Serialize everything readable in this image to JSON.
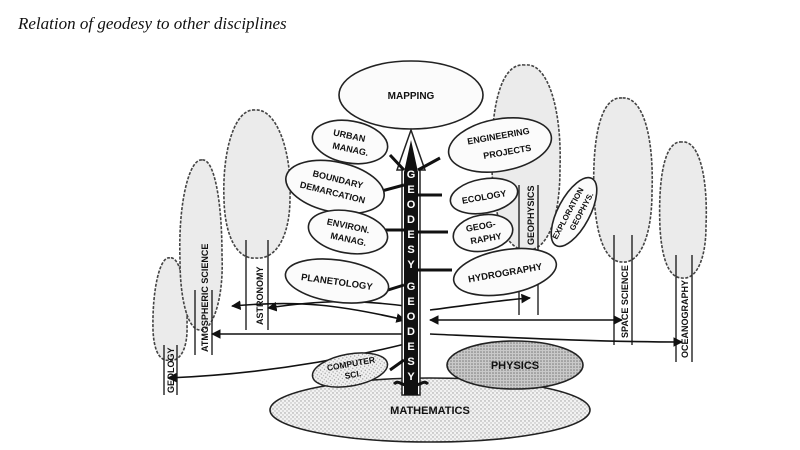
{
  "caption": "Relation of geodesy to other disciplines",
  "center": {
    "trunk_label": "GEODESY",
    "top_letters": [
      "G",
      "E",
      "O",
      "D",
      "E",
      "S",
      "Y"
    ],
    "bottom_letters": [
      "G",
      "E",
      "O",
      "D",
      "E",
      "S",
      "Y"
    ]
  },
  "top_oval": "MAPPING",
  "bottom_oval": "MATHEMATICS",
  "physics": "PHYSICS",
  "computer_sci": [
    "COMPUTER",
    "SCI."
  ],
  "left_branches": {
    "urban": [
      "URBAN",
      "MANAG."
    ],
    "boundary": [
      "BOUNDARY",
      "DEMARCATION"
    ],
    "environ": [
      "ENVIRON.",
      "MANAG."
    ],
    "planetology": "PLANETOLOGY"
  },
  "right_branches": {
    "engineering": [
      "ENGINEERING",
      "PROJECTS"
    ],
    "ecology": "ECOLOGY",
    "geography": [
      "GEOG-",
      "RAPHY"
    ],
    "hydrography": "HYDROGRAPHY"
  },
  "side_trees": {
    "geology": "GEOLOGY",
    "atmospheric": "ATMOSPHERIC  SCIENCE",
    "astronomy": "ASTRONOMY",
    "geophysics": "GEOPHYSICS",
    "exploration": [
      "EXPLORATION",
      "GEOPHYS."
    ],
    "space": "SPACE  SCIENCE",
    "oceanography": "OCEANOGRAPHY"
  }
}
